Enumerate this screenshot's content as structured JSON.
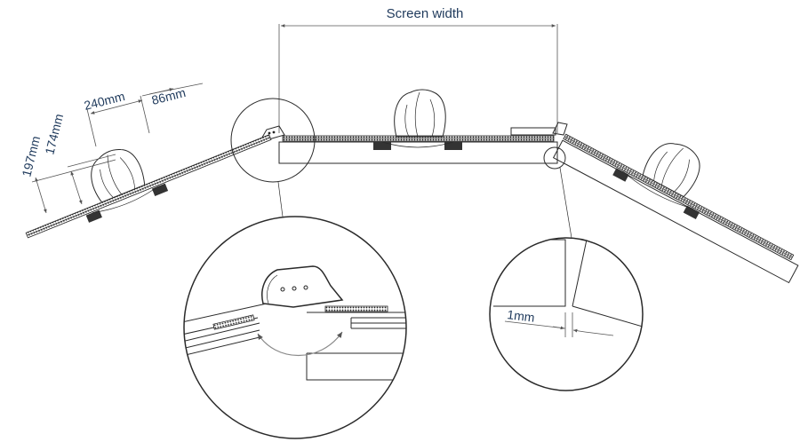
{
  "labels": {
    "screen_width": "Screen width",
    "dim_240": "240mm",
    "dim_86": "86mm",
    "dim_197": "197mm",
    "dim_174": "174mm",
    "dim_1": "1mm"
  },
  "colors": {
    "label_text": "#1f3a5c",
    "line": "#2a2a2a",
    "arc": "#8a8a8a"
  }
}
